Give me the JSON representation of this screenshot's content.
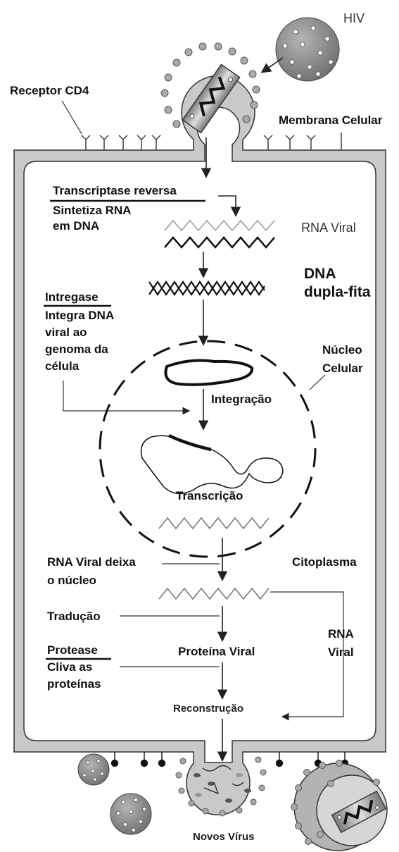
{
  "labels": {
    "hiv": "HIV",
    "receptor": "Receptor CD4",
    "membrane": "Membrana Celular",
    "rt_title": "Transcriptase reversa",
    "rt_line1": "Sintetiza RNA",
    "rt_line2": "em DNA",
    "rna_viral_top": "RNA Viral",
    "dna_line1": "DNA",
    "dna_line2": "dupla-fita",
    "integrase_title": "Intregase",
    "integrase_line1": "Integra DNA",
    "integrase_line2": "viral ao",
    "integrase_line3": "genoma da",
    "integrase_line4": "célula",
    "nucleus_line1": "Núcleo",
    "nucleus_line2": "Celular",
    "integration": "Integração",
    "transcription": "Transcrição",
    "rna_leaves_line1": "RNA Viral deixa",
    "rna_leaves_line2": "o núcleo",
    "cytoplasm": "Citoplasma",
    "translation": "Tradução",
    "rna_viral_side_line1": "RNA",
    "rna_viral_side_line2": "Viral",
    "protease_title": "Protease",
    "protease_line1": "Cliva as",
    "protease_line2": "proteínas",
    "viral_protein": "Proteína Viral",
    "reconstruction": "Reconstrução",
    "new_viruses": "Novos Vírus"
  },
  "colors": {
    "membrane_fill": "#c9c9c9",
    "virus_fill": "#8c8c8c",
    "virion_gray": "#9a9a9a",
    "outline": "#333333"
  }
}
